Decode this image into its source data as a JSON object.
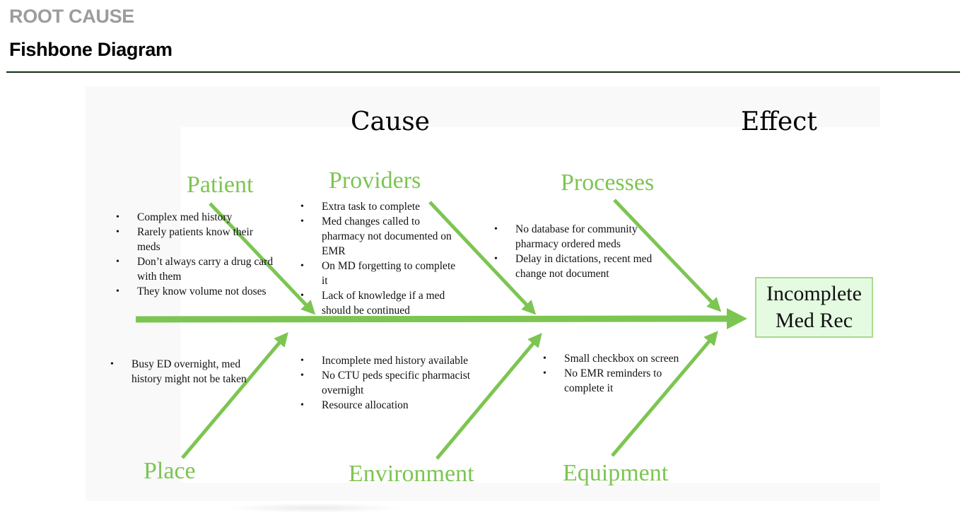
{
  "header": {
    "section_label": "ROOT CAUSE",
    "title": "Fishbone Diagram"
  },
  "diagram": {
    "cause_heading": "Cause",
    "effect_heading": "Effect",
    "accent_color": "#7dc552",
    "effect": {
      "line1": "Incomplete",
      "line2": "Med Rec"
    },
    "categories": {
      "patient": {
        "label": "Patient",
        "causes": [
          "Complex med history",
          "Rarely patients know their meds",
          "Don’t always carry a drug card with them",
          "They know volume not doses"
        ]
      },
      "providers": {
        "label": "Providers",
        "causes": [
          "Extra task to complete",
          "Med changes called to pharmacy not documented on EMR",
          "On MD forgetting to complete it",
          "Lack of knowledge if a med should be continued"
        ]
      },
      "processes": {
        "label": "Processes",
        "causes": [
          "No database for community pharmacy ordered meds",
          "Delay in dictations, recent med change not document"
        ]
      },
      "place": {
        "label": "Place",
        "causes": [
          "Busy ED overnight, med history might not be taken"
        ]
      },
      "environment": {
        "label": "Environment",
        "causes": [
          "Incomplete med history available",
          "No CTU peds specific pharmacist overnight",
          "Resource allocation"
        ]
      },
      "equipment": {
        "label": "Equipment",
        "causes": [
          "Small checkbox on screen",
          "No EMR reminders to complete it"
        ]
      }
    }
  }
}
